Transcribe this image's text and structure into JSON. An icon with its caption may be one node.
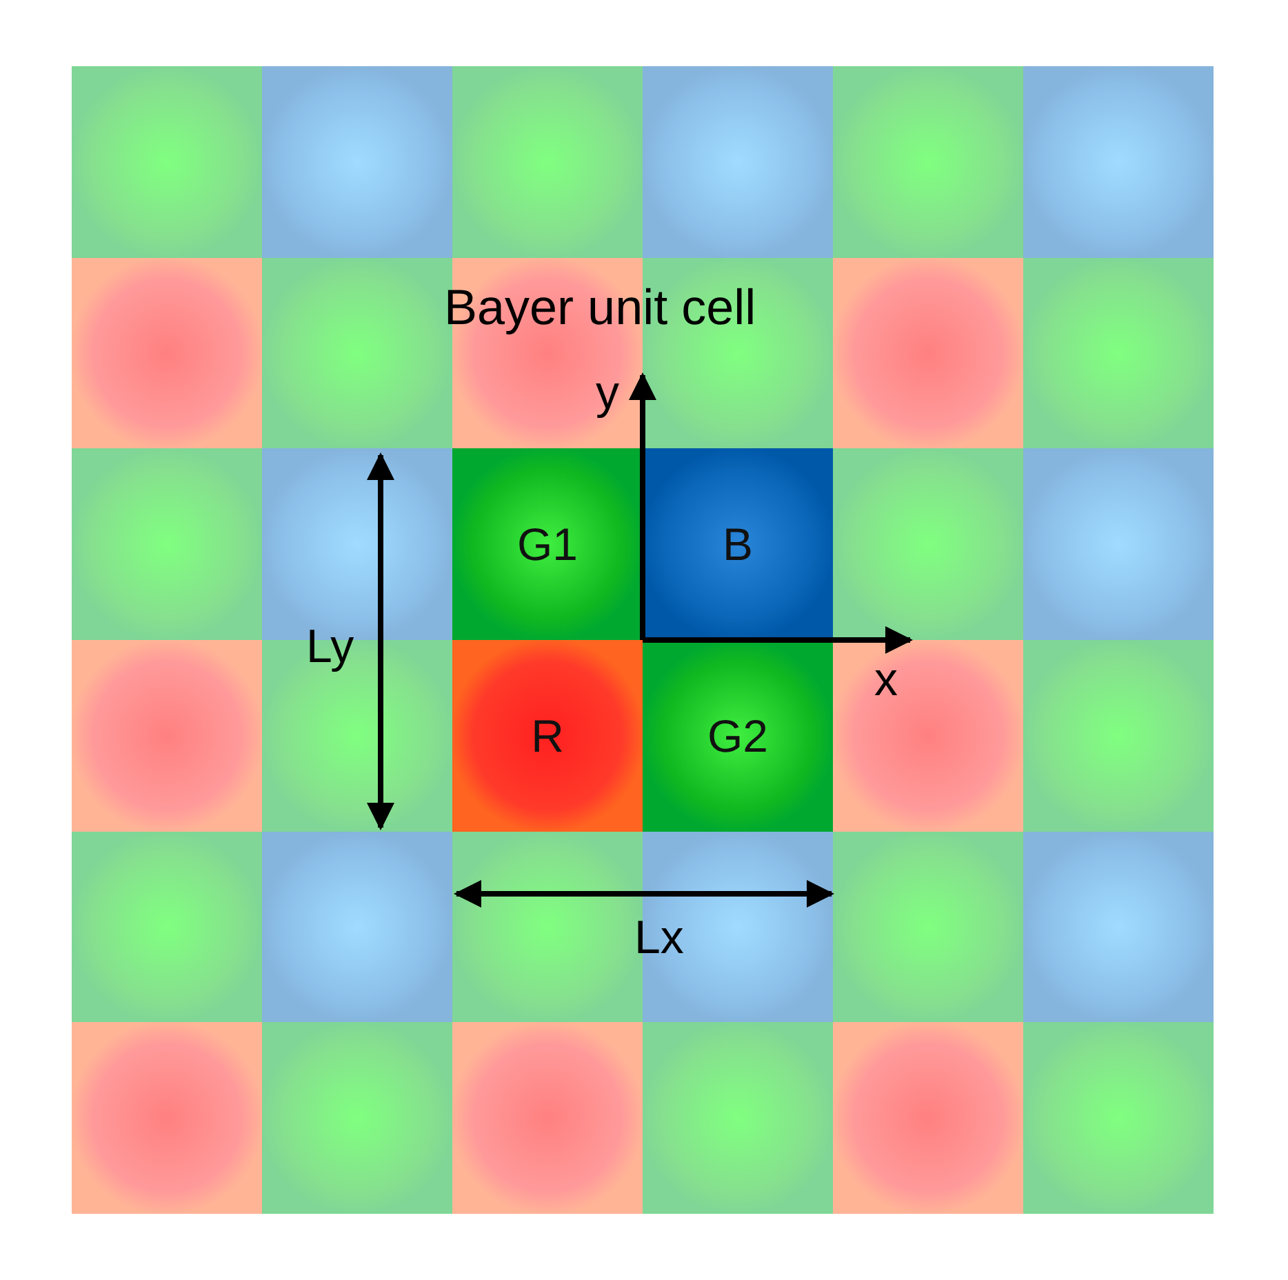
{
  "diagram": {
    "nodes": [
      {
        "text": [
          "Bayer unit cell"
        ]
      },
      {
        "text": [
          "G1"
        ],
        "in": 0
      },
      {
        "text": [
          "B"
        ],
        "in": 0
      },
      {
        "text": [
          "R"
        ],
        "in": 0
      },
      {
        "text": [
          "G2"
        ],
        "in": 0
      }
    ],
    "labels": [
      "y",
      "Ly",
      "x",
      "Lx"
    ]
  }
}
